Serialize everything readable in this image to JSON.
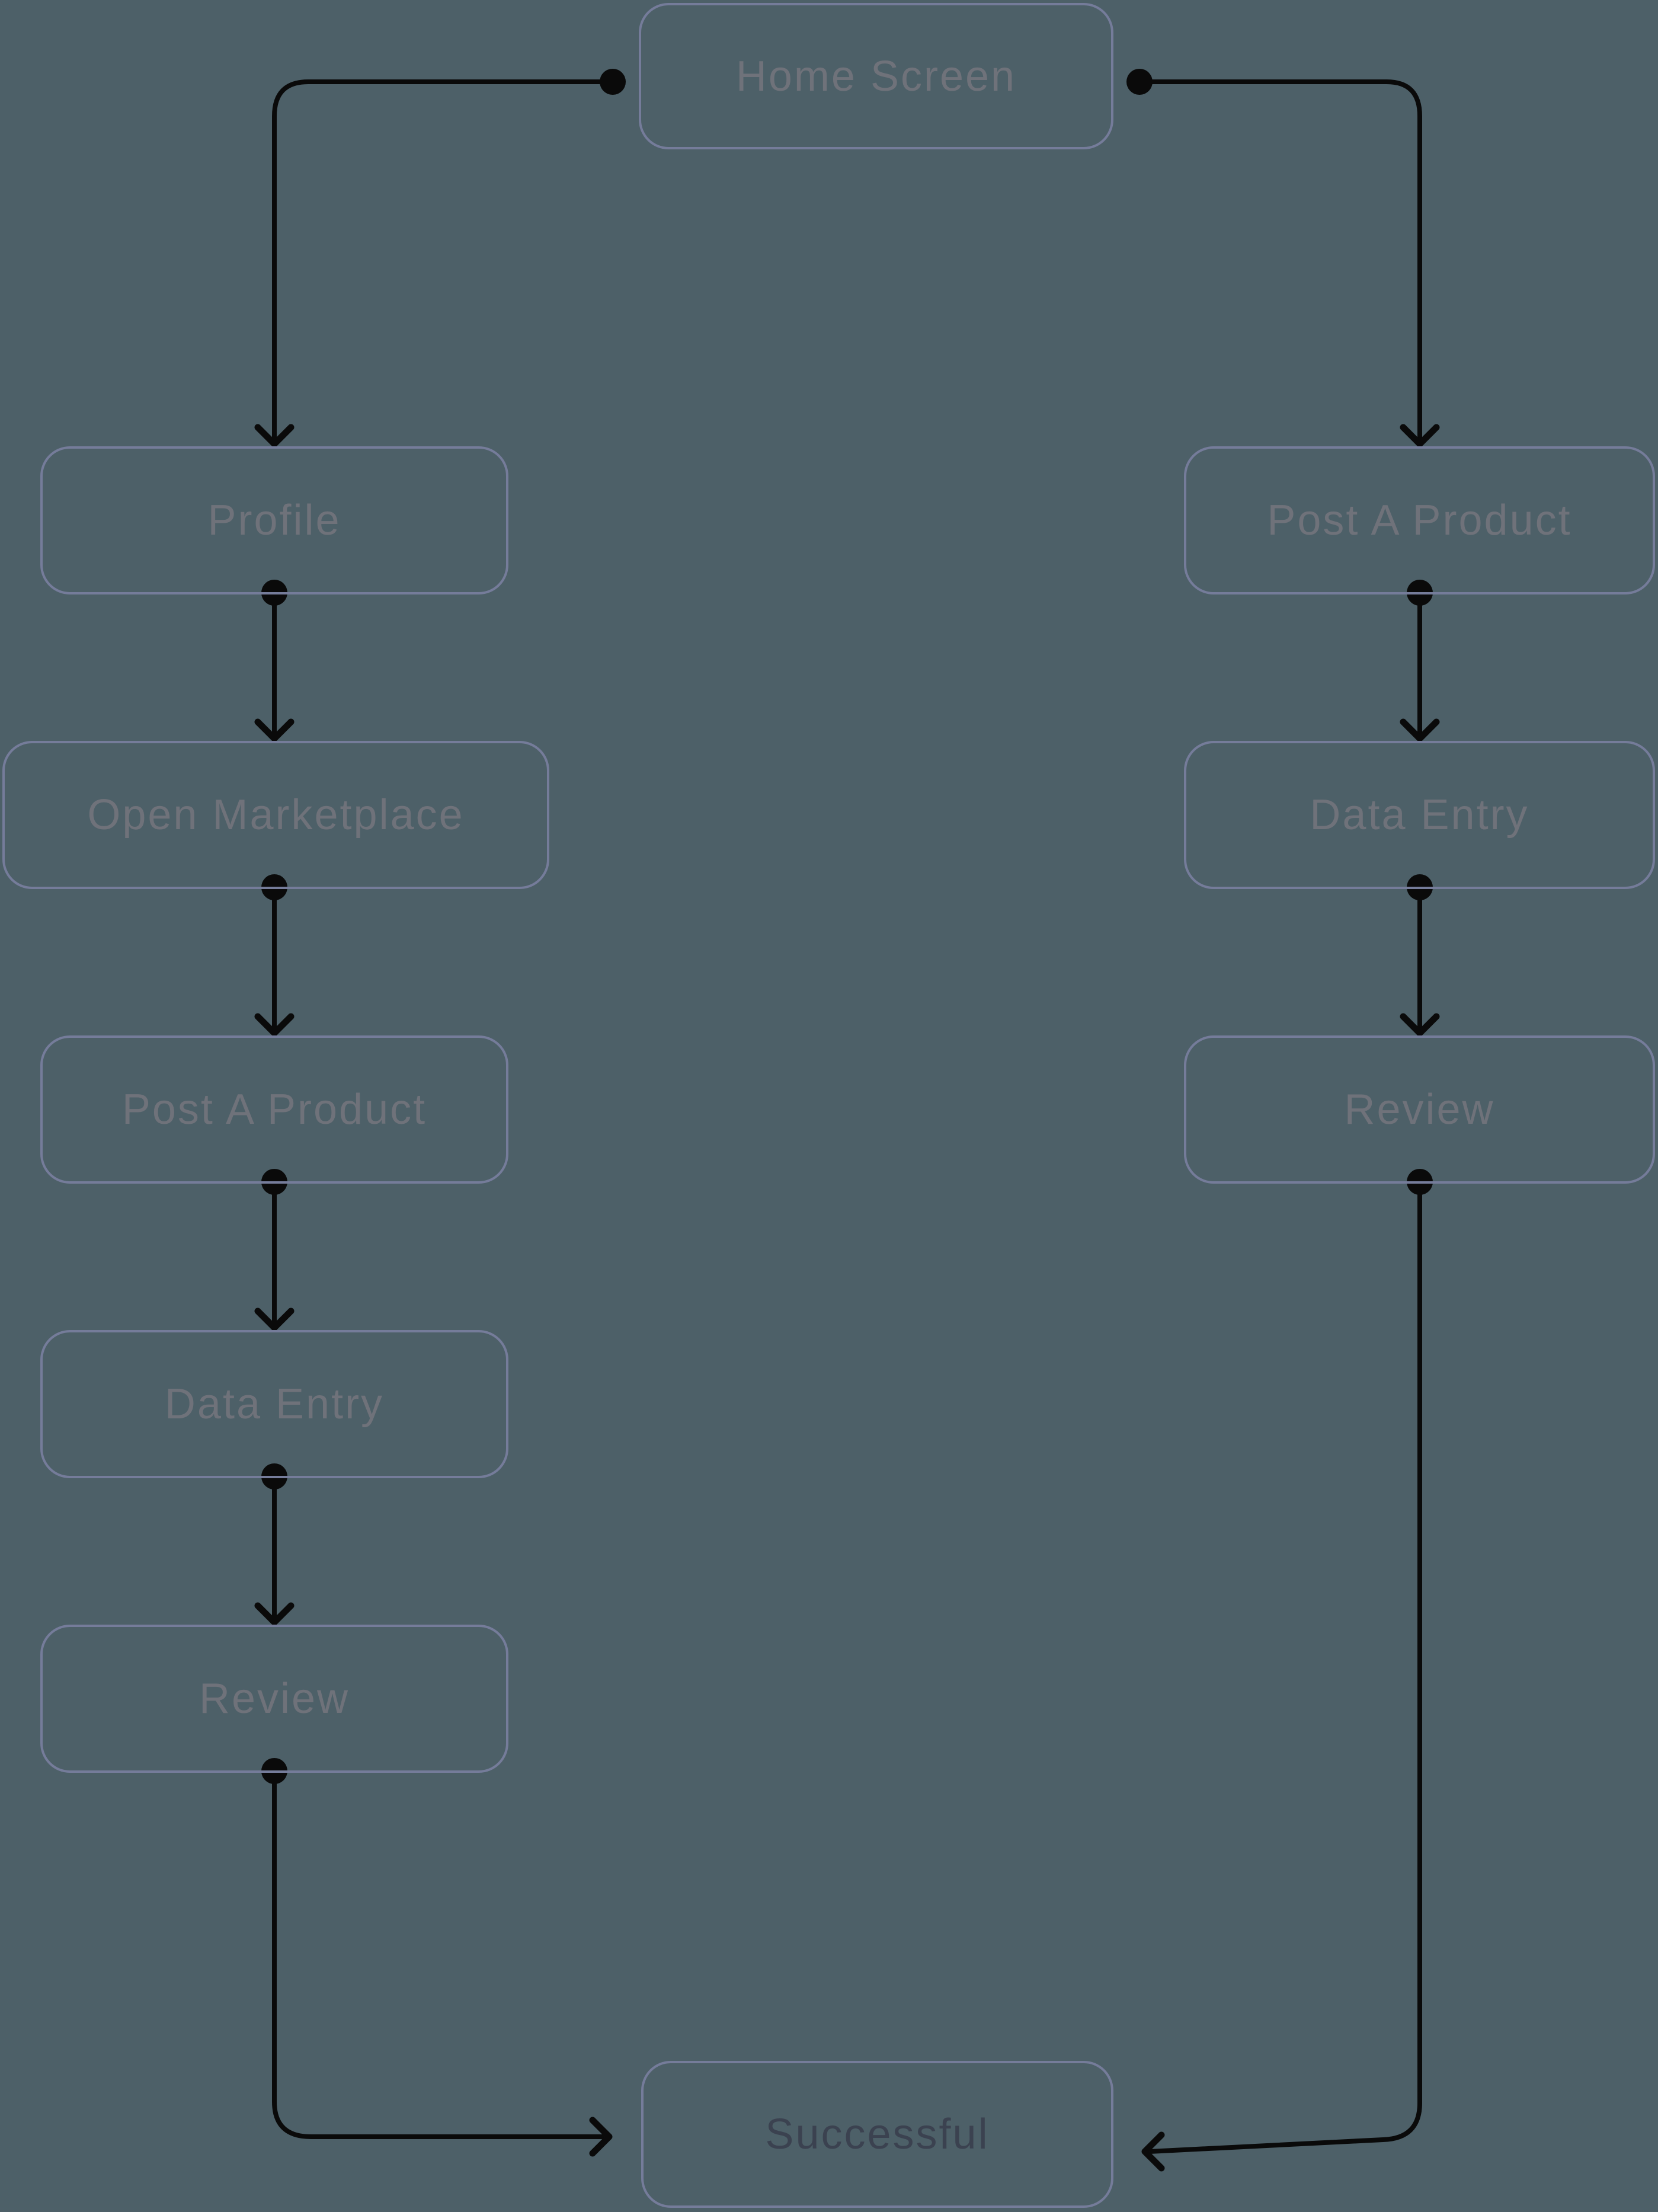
{
  "diagram": {
    "nodes": [
      {
        "id": "home-screen",
        "label": "Home Screen"
      },
      {
        "id": "profile",
        "label": "Profile"
      },
      {
        "id": "open-marketplace",
        "label": "Open Marketplace"
      },
      {
        "id": "post-a-product-left",
        "label": "Post A Product"
      },
      {
        "id": "data-entry-left",
        "label": "Data Entry"
      },
      {
        "id": "review-left",
        "label": "Review"
      },
      {
        "id": "post-a-product-right",
        "label": "Post A Product"
      },
      {
        "id": "data-entry-right",
        "label": "Data Entry"
      },
      {
        "id": "review-right",
        "label": "Review"
      },
      {
        "id": "successful",
        "label": "Successful"
      }
    ],
    "edges": [
      {
        "from": "home-screen",
        "to": "profile"
      },
      {
        "from": "home-screen",
        "to": "post-a-product-right"
      },
      {
        "from": "profile",
        "to": "open-marketplace"
      },
      {
        "from": "open-marketplace",
        "to": "post-a-product-left"
      },
      {
        "from": "post-a-product-left",
        "to": "data-entry-left"
      },
      {
        "from": "data-entry-left",
        "to": "review-left"
      },
      {
        "from": "review-left",
        "to": "successful"
      },
      {
        "from": "post-a-product-right",
        "to": "data-entry-right"
      },
      {
        "from": "data-entry-right",
        "to": "review-right"
      },
      {
        "from": "review-right",
        "to": "successful"
      }
    ]
  },
  "colors": {
    "background": "#4d6068",
    "node_border": "#757c9a",
    "node_label": "#6f727a",
    "successful_label": "#3b4250",
    "connector": "#0a0a0a"
  }
}
